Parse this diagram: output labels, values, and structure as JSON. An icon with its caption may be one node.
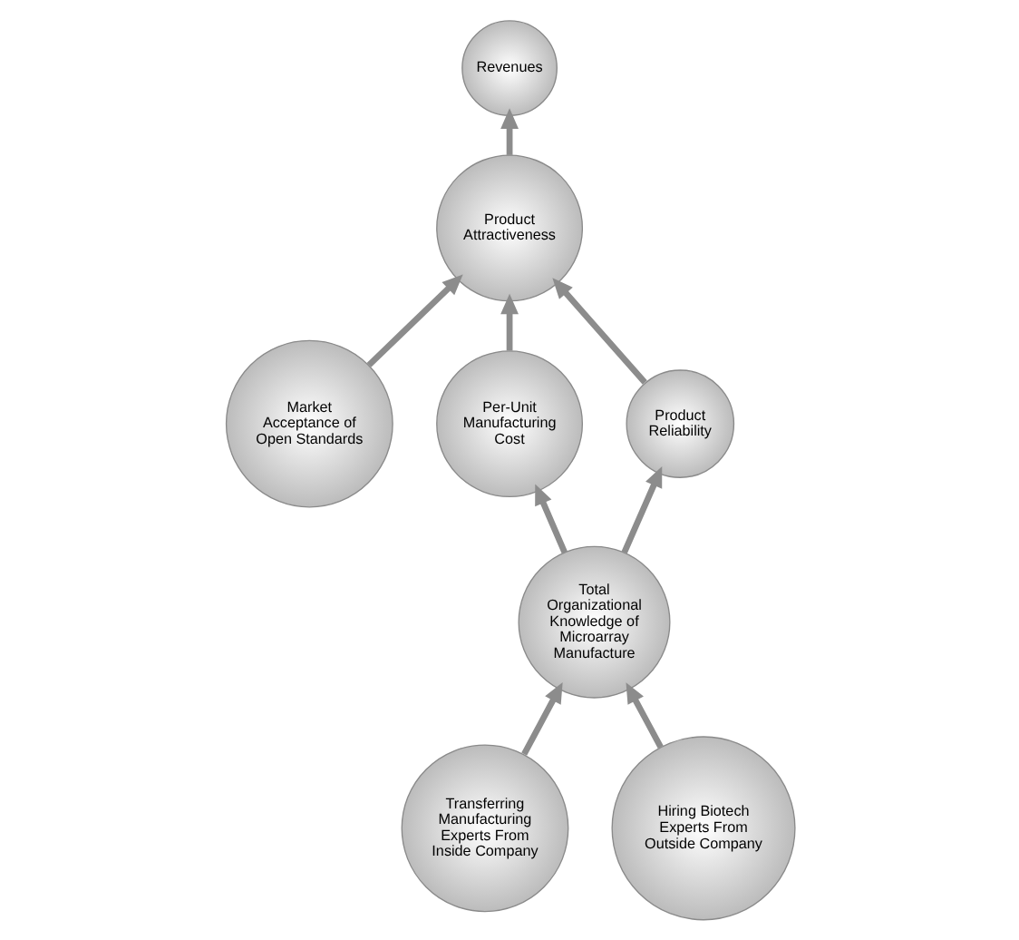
{
  "diagram": {
    "nodes": [
      {
        "text": [
          "Revenues"
        ]
      },
      {
        "text": [
          "Product Attractiveness"
        ]
      },
      {
        "text": [
          "Market Acceptance of Open Standards"
        ]
      },
      {
        "text": [
          "Per-Unit Manufacturing Cost"
        ]
      },
      {
        "text": [
          "Product Reliability"
        ]
      },
      {
        "text": [
          "Total Organizational Knowledge of Microarray Manufacture"
        ]
      },
      {
        "text": [
          "Transferring Manufacturing Experts From Inside Company"
        ]
      },
      {
        "text": [
          "Hiring Biotech Experts From Outside Company"
        ]
      }
    ],
    "edges": [
      {
        "from": 1,
        "to": 0,
        "arrow": "to"
      },
      {
        "from": 2,
        "to": 1,
        "arrow": "to"
      },
      {
        "from": 3,
        "to": 1,
        "arrow": "to"
      },
      {
        "from": 4,
        "to": 1,
        "arrow": "to"
      },
      {
        "from": 5,
        "to": 3,
        "arrow": "to"
      },
      {
        "from": 5,
        "to": 4,
        "arrow": "to"
      },
      {
        "from": 6,
        "to": 5,
        "arrow": "to"
      },
      {
        "from": 7,
        "to": 5,
        "arrow": "to"
      }
    ]
  }
}
